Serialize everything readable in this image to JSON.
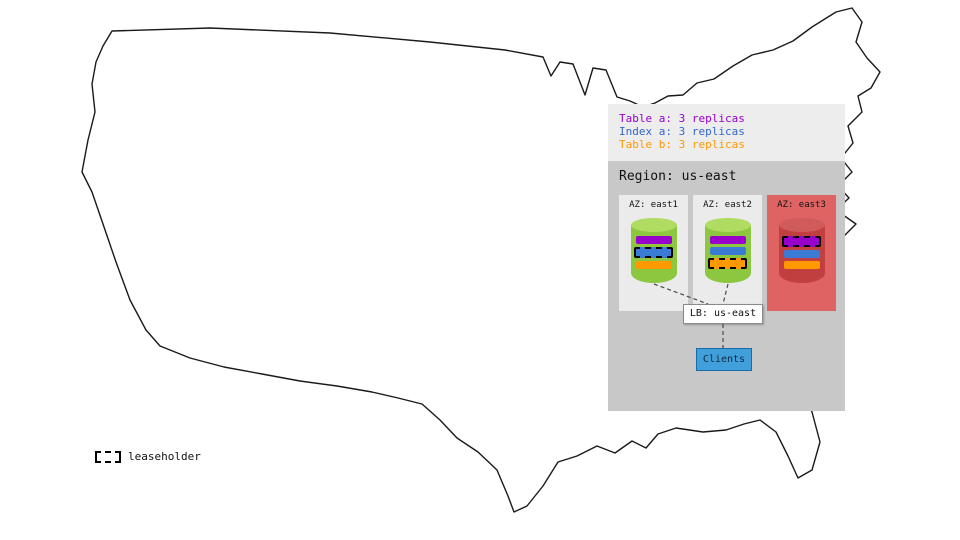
{
  "legend": {
    "items": [
      {
        "label": "Table a: 3 replicas",
        "color": "#9900cc"
      },
      {
        "label": "Index a: 3 replicas",
        "color": "#3366cc"
      },
      {
        "label": "Table b: 3 replicas",
        "color": "#ff9900"
      }
    ]
  },
  "region": {
    "title": "Region: us-east",
    "lb_label": "LB: us-east",
    "clients_label": "Clients",
    "azs": [
      {
        "label": "AZ: east1",
        "failed": false,
        "replicas": [
          {
            "name": "table-a",
            "color": "#9900cc",
            "leaseholder": false
          },
          {
            "name": "index-a",
            "color": "#3a7bd5",
            "leaseholder": true
          },
          {
            "name": "table-b",
            "color": "#ff9900",
            "leaseholder": false
          }
        ]
      },
      {
        "label": "AZ: east2",
        "failed": false,
        "replicas": [
          {
            "name": "table-a",
            "color": "#9900cc",
            "leaseholder": false
          },
          {
            "name": "index-a",
            "color": "#3a7bd5",
            "leaseholder": false
          },
          {
            "name": "table-b",
            "color": "#ff9900",
            "leaseholder": true
          }
        ]
      },
      {
        "label": "AZ: east3",
        "failed": true,
        "replicas": [
          {
            "name": "table-a",
            "color": "#9900cc",
            "leaseholder": true
          },
          {
            "name": "index-a",
            "color": "#3a7bd5",
            "leaseholder": false
          },
          {
            "name": "table-b",
            "color": "#ff9900",
            "leaseholder": false
          }
        ]
      }
    ]
  },
  "map_legend": {
    "leaseholder_label": "leaseholder"
  },
  "colors": {
    "legend_panel_bg": "#ededed",
    "region_panel_bg": "#c8c8c8",
    "az_healthy_bg": "#ebebeb",
    "az_failed_bg": "#e06363",
    "node_healthy": "#8dc63f",
    "node_failed": "#c13f3f",
    "clients_blue": "#41a0dc"
  }
}
